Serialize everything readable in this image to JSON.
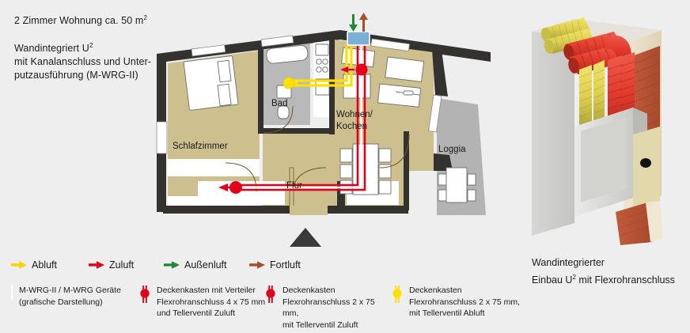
{
  "background_color": "#eeeeee",
  "heading": {
    "line1": "2 Zimmer Wohnung ca. 50 m",
    "line1_sup": "2",
    "line2": "Wandintegriert U",
    "line2_sup": "2",
    "line3": "mit Kanalanschluss und Unter-",
    "line4": "putzausführung (M-WRG-II)"
  },
  "floorplan": {
    "rooms": [
      {
        "name": "Schlafzimmer",
        "label": "Schlafzimmer"
      },
      {
        "name": "Bad",
        "label": "Bad"
      },
      {
        "name": "Wohnen-Kochen-1",
        "label": "Wohnen/"
      },
      {
        "name": "Wohnen-Kochen-2",
        "label": "Kochen"
      },
      {
        "name": "Flur",
        "label": "Flur"
      },
      {
        "name": "Loggia",
        "label": "Loggia"
      }
    ],
    "colors": {
      "room_fill": "#cdbf8e",
      "wall": "#33322f",
      "loggia_fill": "#b3b3b3",
      "zuluft": "#e2001a",
      "abluft": "#ffe000",
      "aussenluft": "#1e8b3c",
      "fortluft": "#a4502a",
      "device": "#79b0d4"
    },
    "markers": {
      "abluft_valve_bad": "Deckenkasten Tellerventil Abluft",
      "zuluft_valve_wohnen": "Deckenkasten Tellerventil Zuluft",
      "zuluft_valve_flur": "Deckenkasten Verteiler Zuluft"
    },
    "entrance_marker": "Wohnungseingang"
  },
  "arrow_legend": {
    "items": [
      {
        "name": "abluft",
        "label": "Abluft",
        "color": "#ffd000"
      },
      {
        "name": "zuluft",
        "label": "Zuluft",
        "color": "#e2001a"
      },
      {
        "name": "aussenluft",
        "label": "Außenluft",
        "color": "#1e8b3c"
      },
      {
        "name": "fortluft",
        "label": "Fortluft",
        "color": "#a4502a"
      }
    ]
  },
  "symbol_legend": {
    "items": [
      {
        "name": "device",
        "icon": "blue-rectangle-icon",
        "color": "#79b0d4",
        "text": "M-WRG-II / M-WRG Geräte\n(grafische Darstellung)"
      },
      {
        "name": "verteiler",
        "icon": "red-valve-icon",
        "color": "#e2001a",
        "text": "Deckenkasten mit Verteiler\nFlexrohranschluss 4 x 75 mm\nund Tellerventil Zuluft"
      },
      {
        "name": "zuluft-box",
        "icon": "red-valve-icon",
        "color": "#e2001a",
        "text": "Deckenkasten\nFlexrohranschluss 2 x 75 mm,\nmit Tellerventil Zuluft"
      },
      {
        "name": "abluft-box",
        "icon": "yellow-valve-icon",
        "color": "#ffe000",
        "text": "Deckenkasten\nFlexrohranschluss 2 x 75 mm,\nmit Tellerventil Abluft"
      }
    ]
  },
  "render_caption": {
    "line1": "Wandintegrierter",
    "line2_a": "Einbau U",
    "line2_sup": "2",
    "line2_b": " mit Flexrohranschluss"
  }
}
